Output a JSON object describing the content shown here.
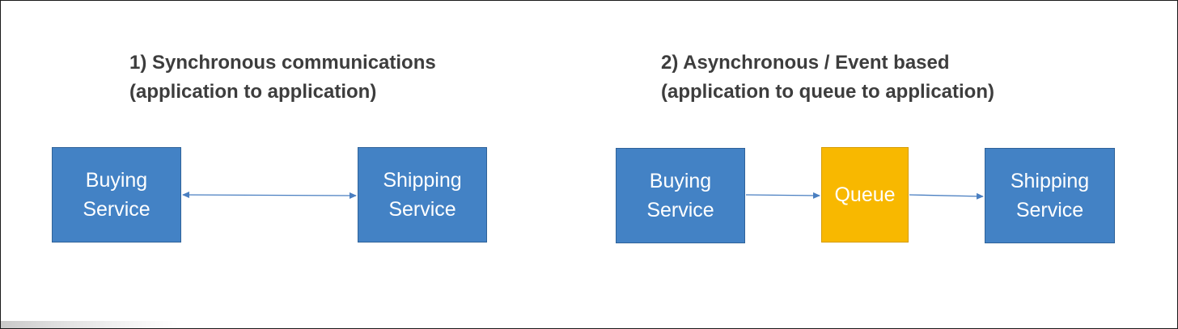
{
  "sync": {
    "heading_line1": "1) Synchronous communications",
    "heading_line2": "(application to application)",
    "buying_line1": "Buying",
    "buying_line2": "Service",
    "shipping_line1": "Shipping",
    "shipping_line2": "Service"
  },
  "async": {
    "heading_line1": "2) Asynchronous / Event based",
    "heading_line2": "(application to queue to application)",
    "buying_line1": "Buying",
    "buying_line2": "Service",
    "queue_label": "Queue",
    "shipping_line1": "Shipping",
    "shipping_line2": "Service"
  },
  "colors": {
    "service_box": "#4382c5",
    "queue_box": "#f8b800",
    "arrow": "#4a7fc1",
    "heading_text": "#3d3d3d"
  }
}
